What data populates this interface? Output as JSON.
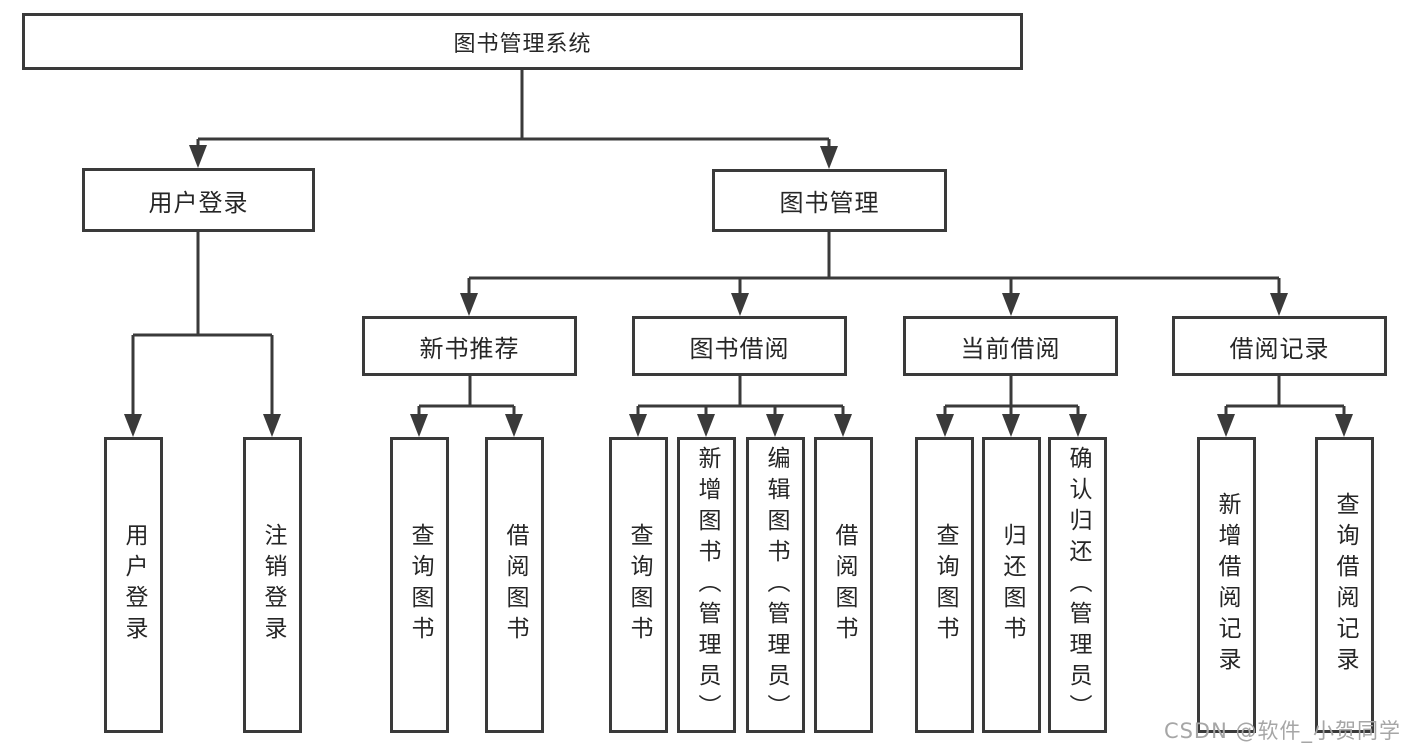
{
  "diagram": {
    "type": "hierarchy-tree",
    "title": "图书管理系统",
    "line_color": "#3a3a3a",
    "text_color": "#262626",
    "background": "#ffffff"
  },
  "nodes": {
    "root": "图书管理系统",
    "user_login": "用户登录",
    "book_mgmt": "图书管理",
    "new_book_rec": "新书推荐",
    "book_borrow": "图书借阅",
    "current_borrow": "当前借阅",
    "borrow_records": "借阅记录",
    "leaf_user_login": "用户登录",
    "leaf_logout": "注销登录",
    "leaf_nb_query": "查询图书",
    "leaf_nb_borrow": "借阅图书",
    "leaf_bb_query": "查询图书",
    "leaf_bb_add": "新增图书（管理员）",
    "leaf_bb_edit": "编辑图书（管理员）",
    "leaf_bb_borrow": "借阅图书",
    "leaf_cb_query": "查询图书",
    "leaf_cb_return": "归还图书",
    "leaf_cb_confirm": "确认归还（管理员）",
    "leaf_br_add": "新增借阅记录",
    "leaf_br_query": "查询借阅记录"
  },
  "watermark": "CSDN @软件_小贺同学"
}
